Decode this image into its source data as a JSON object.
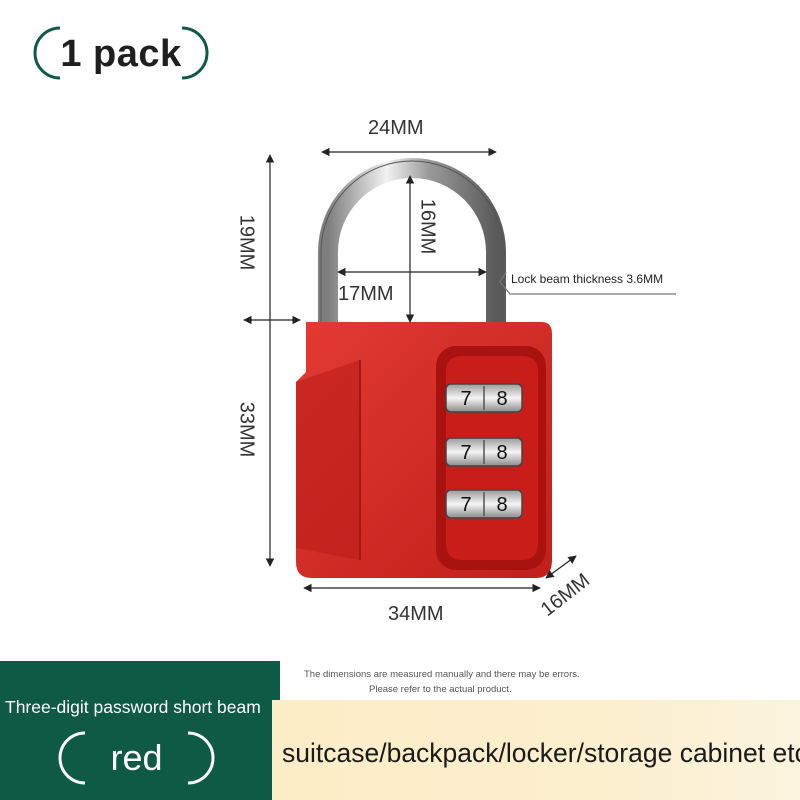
{
  "badge": {
    "label": "1 pack"
  },
  "dimensions": {
    "shackle_width": "24MM",
    "shackle_inner_height": "16MM",
    "shackle_height": "19MM",
    "inner_width": "17MM",
    "body_height": "33MM",
    "body_width": "34MM",
    "body_depth": "16MM",
    "beam_thickness": "Lock beam thickness 3.6MM"
  },
  "dials": [
    "7",
    "8"
  ],
  "notes": {
    "line1": "The dimensions are measured manually and there may be errors.",
    "line2": "Please refer to the actual product."
  },
  "footer": {
    "password_type": "Three-digit password short beam",
    "color_label": "red",
    "usage": "suitcase/backpack/locker/storage cabinet etc"
  },
  "colors": {
    "lock_red": "#d42a25",
    "footer_green": "#0e5a45",
    "footer_cream": "#fcedc6"
  }
}
